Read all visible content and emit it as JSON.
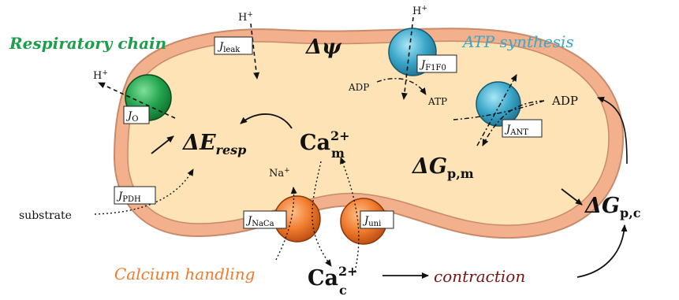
{
  "labels": {
    "respiratory_chain": "Respiratory chain",
    "atp_synthesis": "ATP synthesis",
    "calcium_handling": "Calcium handling",
    "contraction": "contraction",
    "substrate": "substrate",
    "delta_psi": "Δψ",
    "delta_e_resp_main": "ΔE",
    "delta_e_resp_sub": "resp",
    "ca_m_main": "Ca",
    "ca_m_sub": "m",
    "ca_m_sup": "2+",
    "ca_c_main": "Ca",
    "ca_c_sub": "c",
    "ca_c_sup": "2+",
    "dg_pm_main": "ΔG",
    "dg_pm_sub": "p,m",
    "dg_pc_main": "ΔG",
    "dg_pc_sub": "p,c",
    "h_plus_top": "H",
    "h_plus_top_sup": "+",
    "h_plus_left": "H",
    "h_plus_left_sup": "+",
    "h_plus_right": "H",
    "h_plus_right_sup": "+",
    "na_plus": "Na",
    "na_plus_sup": "+",
    "adp_inner": "ADP",
    "atp_inner": "ATP",
    "adp_outer": "ADP"
  },
  "fluxes": {
    "j_leak": {
      "main": "J",
      "sub": "leak"
    },
    "j_o": {
      "main": "J",
      "sub": "O"
    },
    "j_f1f0": {
      "main": "J",
      "sub": "F1F0"
    },
    "j_ant": {
      "main": "J",
      "sub": "ANT"
    },
    "j_pdh": {
      "main": "J",
      "sub": "PDH"
    },
    "j_naca": {
      "main": "J",
      "sub": "NaCa"
    },
    "j_uni": {
      "main": "J",
      "sub": "uni"
    }
  },
  "colors": {
    "membrane_outer": "#f2b08c",
    "membrane_outline": "#c98a6a",
    "matrix": "#fde3b5",
    "respiratory_green": "#1e9e4a",
    "atp_blue": "#3aa7c9",
    "calcium_orange": "#f07a2c",
    "contraction_red": "#7a1414",
    "text": "#111111"
  },
  "icons": {
    "respiratory_complex": "green-sphere",
    "atp_synthase": "blue-sphere",
    "ant_transporter": "blue-sphere",
    "naca_exchanger": "orange-sphere",
    "uniporter": "orange-sphere"
  }
}
